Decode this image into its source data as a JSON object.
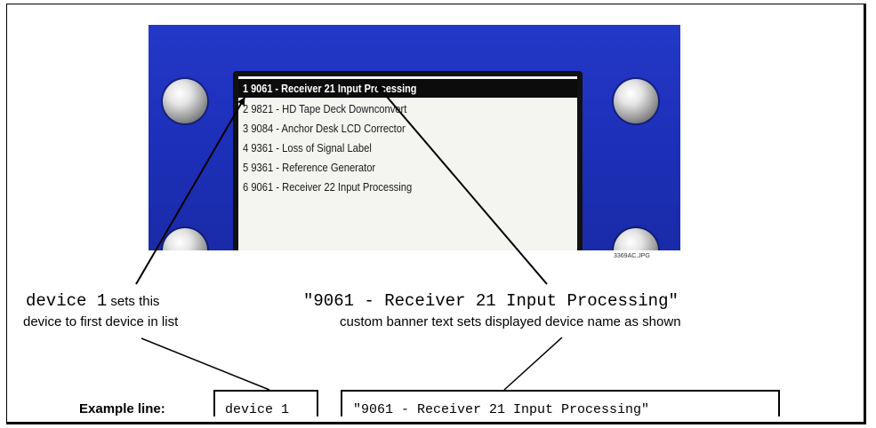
{
  "screen_menu": {
    "items": [
      "1 9061 - Receiver 21 Input Processing",
      "2 9821 - HD Tape Deck Downconvert",
      "3 9084 - Anchor Desk LCD Corrector",
      "4 9361 - Loss of Signal Label",
      "5 9361 - Reference Generator",
      "6 9061 - Receiver 22 Input Processing"
    ],
    "selected_index": 0
  },
  "photo_id": "3369AC.JPG",
  "callout_left": {
    "code": "device 1",
    "text_a": " sets this",
    "text_b": "device to first device in list"
  },
  "callout_right": {
    "code": "\"9061 - Receiver 21 Input Processing\"",
    "text": "custom banner text sets displayed device name as shown"
  },
  "example": {
    "label": "Example line:",
    "arg1": "device 1",
    "arg2": "\"9061 - Receiver 21 Input Processing\""
  },
  "colors": {
    "panel_blue": "#2438c8",
    "screen_bg": "#f4f4f1",
    "selected_bar": "#0c0c0c"
  }
}
